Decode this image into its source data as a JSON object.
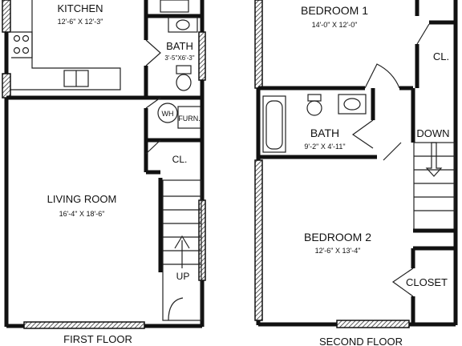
{
  "first_floor": {
    "caption": "FIRST FLOOR",
    "kitchen": {
      "name": "KITCHEN",
      "dims": "12'-6\" X 12'-3\""
    },
    "bath": {
      "name": "BATH",
      "dims": "3'-5\"X6'-3\""
    },
    "wh": "WH",
    "furn": "FURN.",
    "closet": "CL.",
    "living": {
      "name": "LIVING ROOM",
      "dims": "16'-4\" X 18'-6\""
    },
    "stair": "UP"
  },
  "second_floor": {
    "caption": "SECOND FLOOR",
    "bedroom1": {
      "name": "BEDROOM 1",
      "dims": "14'-0\" X 12'-0\""
    },
    "closet": "CL.",
    "bath": {
      "name": "BATH",
      "dims": "9'-2\" X 4'-11\""
    },
    "stair": "DOWN",
    "bedroom2": {
      "name": "BEDROOM 2",
      "dims": "12'-6\" X 13'-4\""
    },
    "closet2": "CLOSET"
  }
}
